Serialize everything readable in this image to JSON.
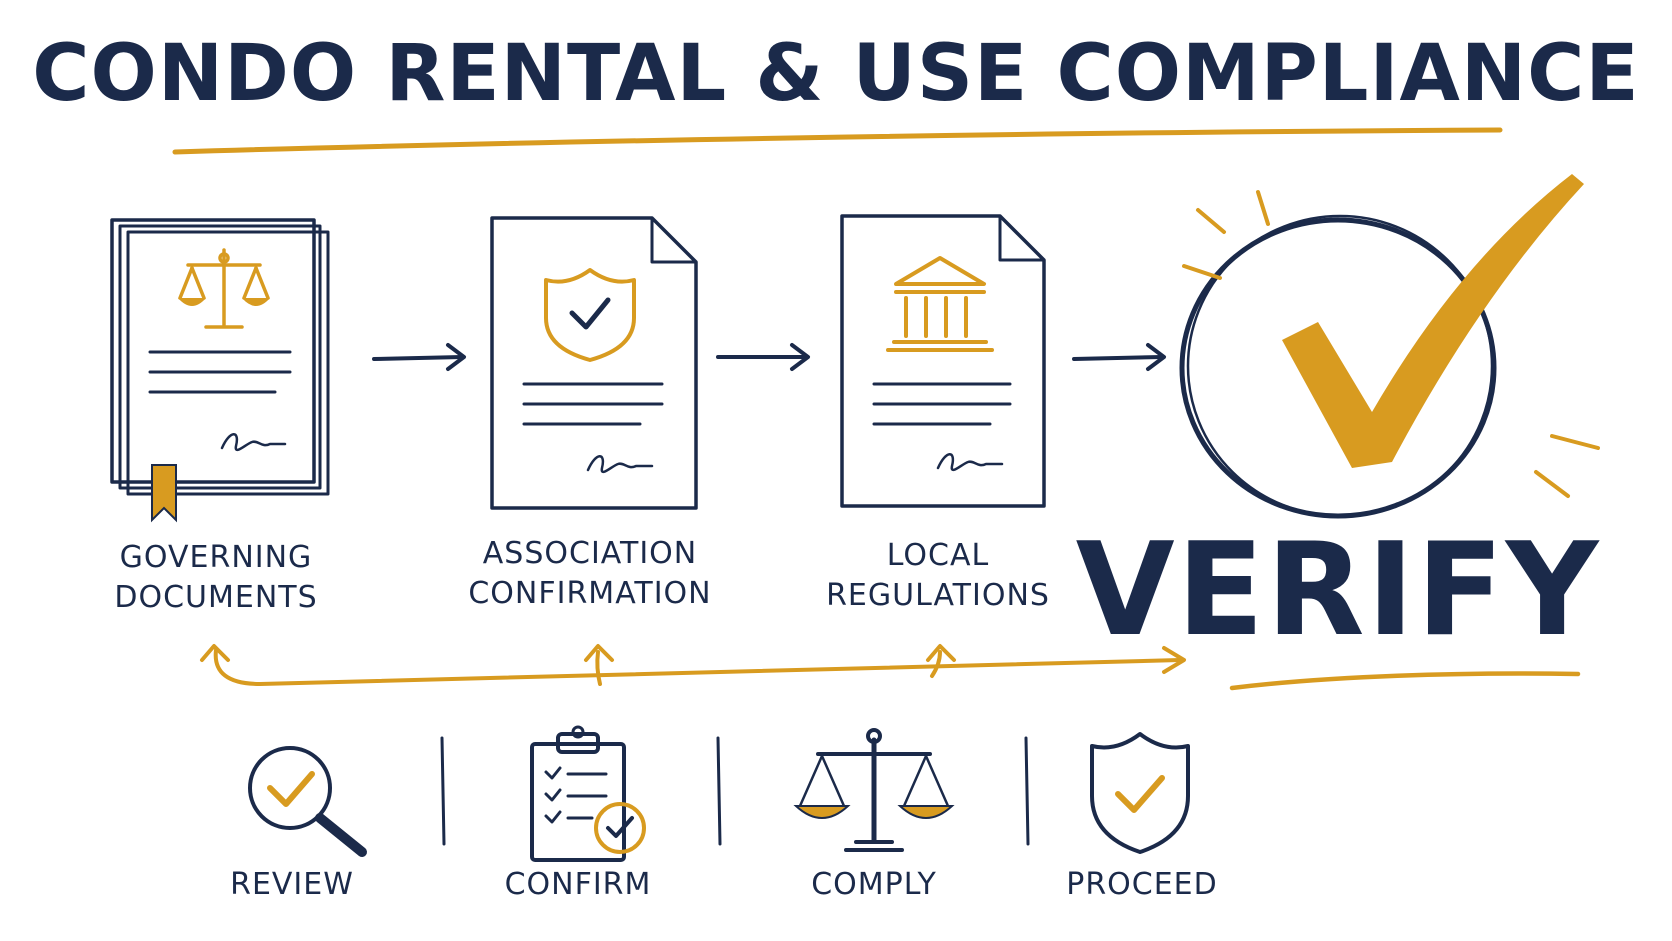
{
  "title": "CONDO RENTAL & USE COMPLIANCE",
  "colors": {
    "navy": "#1b2a4a",
    "gold": "#d89b20"
  },
  "steps": [
    {
      "icon": "scales-icon",
      "line1": "GOVERNING",
      "line2": "DOCUMENTS"
    },
    {
      "icon": "shield-check-icon",
      "line1": "ASSOCIATION",
      "line2": "CONFIRMATION"
    },
    {
      "icon": "courthouse-icon",
      "line1": "LOCAL",
      "line2": "REGULATIONS"
    }
  ],
  "result": {
    "icon": "big-checkmark-icon",
    "label": "VERIFY"
  },
  "actions": [
    {
      "icon": "magnifier-check-icon",
      "label": "REVIEW"
    },
    {
      "icon": "clipboard-checklist-icon",
      "label": "CONFIRM"
    },
    {
      "icon": "scales-icon",
      "label": "COMPLY"
    },
    {
      "icon": "shield-check-icon",
      "label": "PROCEED"
    }
  ]
}
